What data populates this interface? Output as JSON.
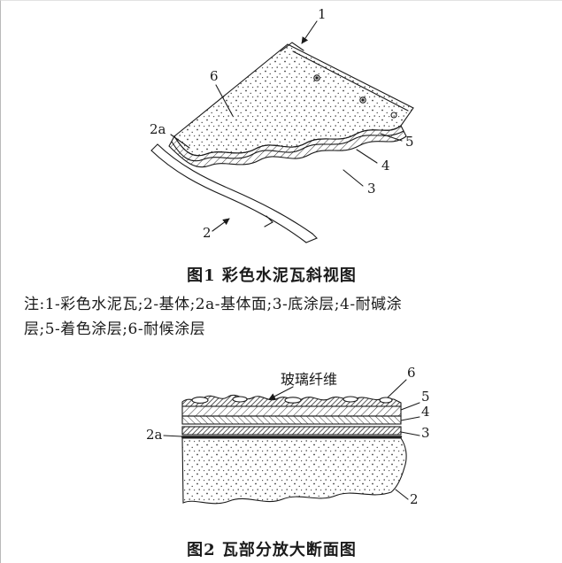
{
  "page": {
    "background": "#ffffff",
    "ink": "#1a1a1a"
  },
  "figure1": {
    "caption": "图1 彩色水泥瓦斜视图",
    "labels": {
      "l1": "1",
      "l2": "2",
      "l2a": "2a",
      "l3": "3",
      "l4": "4",
      "l5": "5",
      "l6": "6"
    }
  },
  "note": {
    "line1": "注:1-彩色水泥瓦;2-基体;2a-基体面;3-底涂层;4-耐碱涂",
    "line2": "层;5-着色涂层;6-耐候涂层"
  },
  "figure2": {
    "caption": "图2 瓦部分放大断面图",
    "annotation": "玻璃纤维",
    "labels": {
      "l2": "2",
      "l2a": "2a",
      "l3": "3",
      "l4": "4",
      "l5": "5",
      "l6": "6"
    }
  }
}
